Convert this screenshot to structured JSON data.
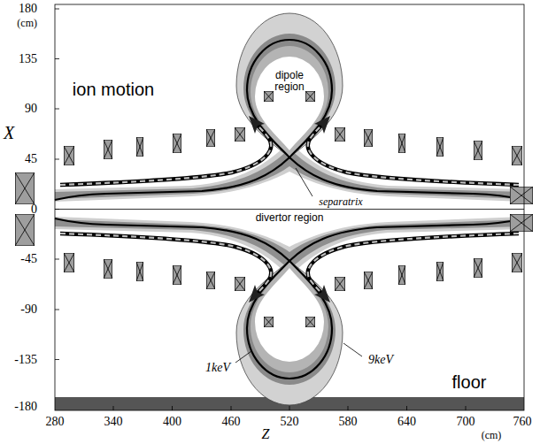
{
  "diagram": {
    "labels": [
      "180",
      "(cm)",
      "135",
      "90",
      "45",
      "0",
      "-45",
      "-90",
      "-135",
      "-180",
      "X",
      "280",
      "340",
      "400",
      "460",
      "520",
      "580",
      "640",
      "700",
      "760",
      "Z",
      "(cm)",
      "ion motion",
      "dipole region",
      "separatrix",
      "divertor region",
      "1keV",
      "9keV",
      "floor"
    ]
  }
}
